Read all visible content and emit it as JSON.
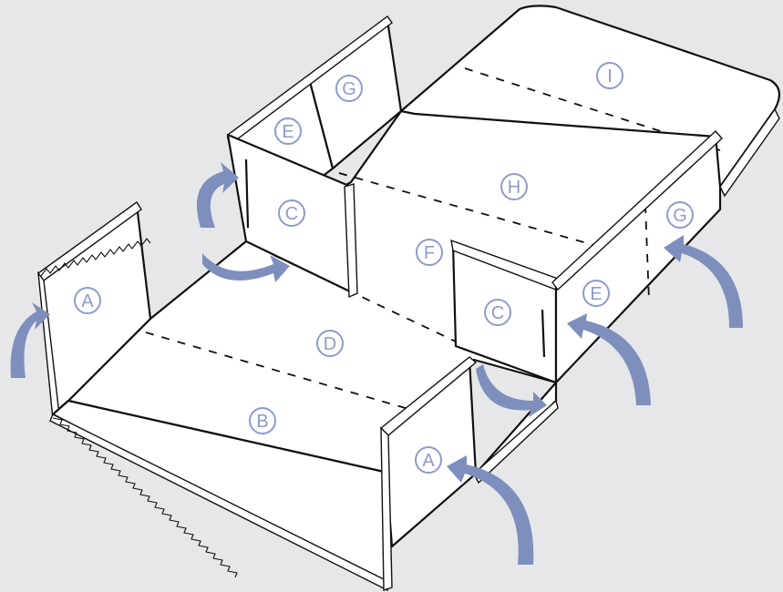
{
  "panel_labels": {
    "a_left": "A",
    "a_front": "A",
    "b": "B",
    "c_back": "C",
    "c_front": "C",
    "d": "D",
    "e_back": "E",
    "e_front": "E",
    "f": "F",
    "g_back": "G",
    "g_front": "G",
    "h": "H",
    "i": "I"
  },
  "colors": {
    "background": "#e6e7e8",
    "arrow": "#7f8fbd",
    "label": "#8d9cc9",
    "outline": "#111111"
  }
}
